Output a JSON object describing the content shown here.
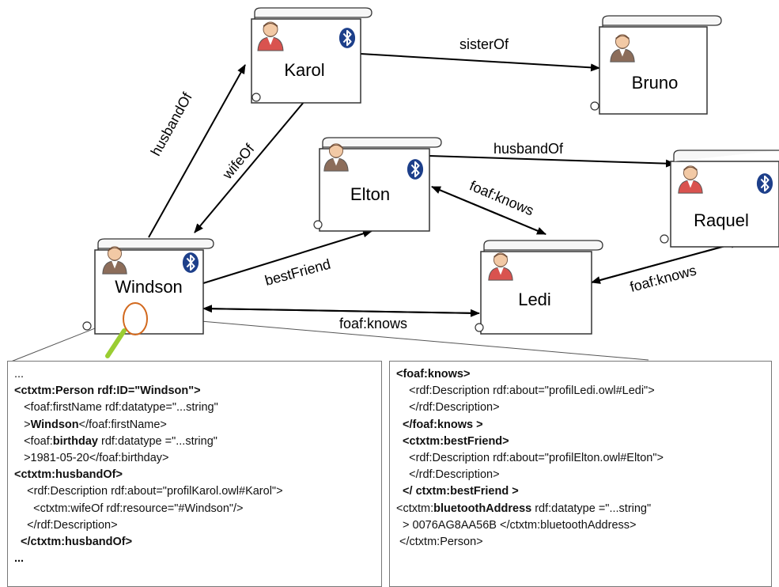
{
  "nodes": {
    "karol": {
      "name": "Karol"
    },
    "bruno": {
      "name": "Bruno"
    },
    "elton": {
      "name": "Elton"
    },
    "raquel": {
      "name": "Raquel"
    },
    "windson": {
      "name": "Windson"
    },
    "ledi": {
      "name": "Ledi"
    }
  },
  "edges": {
    "husbandOf_windson_karol": "husbandOf",
    "wifeOf_karol_windson": "wifeOf",
    "sisterOf_karol_bruno": "sisterOf",
    "husbandOf_elton_raquel": "husbandOf",
    "knows_elton_ledi": "foaf:knows",
    "bestFriend_windson_elton": "bestFriend",
    "knows_windson_ledi": "foaf:knows",
    "knows_ledi_raquel": "foaf:knows"
  },
  "colors": {
    "bluetooth": "#1d3f8a",
    "female_person": "#d9534f",
    "male_person": "#8c6d5a",
    "magnifier_rim": "#d2691e",
    "magnifier_handle": "#9acd32"
  },
  "icons": [
    "person-icon",
    "bluetooth-icon",
    "magnifier-icon"
  ],
  "left_panel": [
    [
      {
        "t": "..."
      }
    ],
    [
      {
        "t": "<ctxtm:Person rdf:ID=\"Windson\">",
        "b": true
      }
    ],
    [
      {
        "t": "   <foaf:firstName rdf:datatype=\"...string\""
      }
    ],
    [
      {
        "t": "   >"
      },
      {
        "t": "Windson",
        "b": true
      },
      {
        "t": "</foaf:firstName>"
      }
    ],
    [
      {
        "t": "   <foaf:"
      },
      {
        "t": "birthday",
        "b": true
      },
      {
        "t": " rdf:datatype =\"...string\""
      }
    ],
    [
      {
        "t": "   >1981-05-20</foaf:birthday>"
      }
    ],
    [
      {
        "t": "<ctxtm:husbandOf>",
        "b": true
      }
    ],
    [
      {
        "t": "    <rdf:Description rdf:about=\"profilKarol.owl#Karol\">"
      }
    ],
    [
      {
        "t": "      <ctxtm:wifeOf rdf:resource=\"#Windson\"/>"
      }
    ],
    [
      {
        "t": "    </rdf:Description>"
      }
    ],
    [
      {
        "t": "  </ctxtm:husbandOf>",
        "b": true
      }
    ],
    [
      {
        "t": "...",
        "b": true
      }
    ]
  ],
  "right_panel": [
    [
      {
        "t": "<foaf:knows>",
        "b": true
      }
    ],
    [
      {
        "t": "    <rdf:Description rdf:about=\"profilLedi.owl#Ledi\">"
      }
    ],
    [
      {
        "t": "    </rdf:Description>"
      }
    ],
    [
      {
        "t": "  </foaf:knows >",
        "b": true
      }
    ],
    [
      {
        "t": "  <ctxtm:bestFriend>",
        "b": true
      }
    ],
    [
      {
        "t": "    <rdf:Description rdf:about=\"profilElton.owl#Elton\">"
      }
    ],
    [
      {
        "t": "    </rdf:Description>"
      }
    ],
    [
      {
        "t": "  </ ctxtm:bestFriend >",
        "b": true
      }
    ],
    [
      {
        "t": "<ctxtm:"
      },
      {
        "t": "bluetoothAddress",
        "b": true
      },
      {
        "t": " rdf:datatype =\"...string\""
      }
    ],
    [
      {
        "t": "  > 0076AG8AA56B </ctxtm:bluetoothAddress>"
      }
    ],
    [
      {
        "t": " </ctxtm:Person>"
      }
    ]
  ]
}
